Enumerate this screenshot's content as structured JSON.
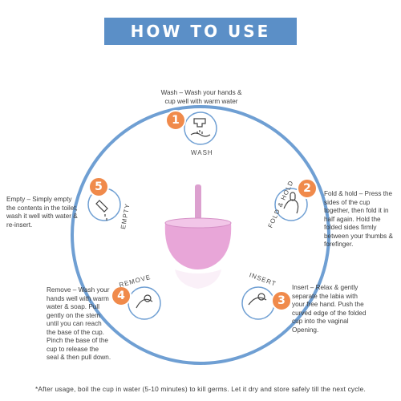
{
  "title": "HOW TO USE",
  "steps": {
    "wash": {
      "number": "1",
      "label": "WASH",
      "text": "Wash – Wash your hands & cup well with warm water"
    },
    "fold": {
      "number": "2",
      "label": "FOLD & HOLD",
      "text": "Fold & hold – Press the sides of the cup together, then fold it in half again. Hold the folded sides firmly between your thumbs & forefinger."
    },
    "insert": {
      "number": "3",
      "label": "INSERT",
      "text": "Insert – Relax & gently separate the labia with your free hand. Push the curved edge of the folded cup into the vaginal Opening."
    },
    "remove": {
      "number": "4",
      "label": "REMOVE",
      "text": "Remove – Wash your hands well with warm water & soap. Pull gently on the stem until you can reach the base of the cup. Pinch the base of the cup to release the seal & then pull down."
    },
    "empty": {
      "number": "5",
      "label": "EMPTY",
      "text": "Empty – Simply empty the contents in the toilet, wash it well with water & re-insert."
    }
  },
  "footnote": "*After usage, boil the cup in water (5-10 minutes) to kill germs. Let it dry and store safely till the next cycle.",
  "colors": {
    "banner": "#5b8fc7",
    "ring": "#6f9fd3",
    "badge": "#f08a4b",
    "cup": "#e8a6d8"
  }
}
